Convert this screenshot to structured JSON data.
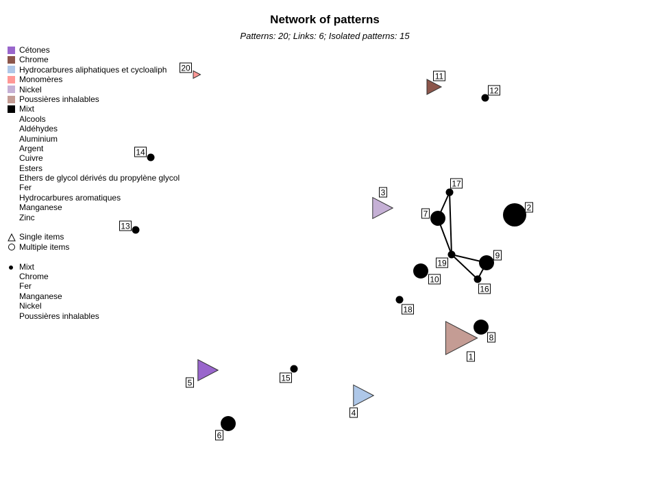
{
  "title": "Network of patterns",
  "subtitle": "Patterns: 20; Links: 6; Isolated patterns: 15",
  "legend": {
    "categories": [
      {
        "label": "Cétones",
        "color": "#9966cc"
      },
      {
        "label": "Chrome",
        "color": "#8c564b"
      },
      {
        "label": "Hydrocarbures aliphatiques et cycloaliph",
        "color": "#aec7e8"
      },
      {
        "label": "Monomères",
        "color": "#ff9896"
      },
      {
        "label": "Nickel",
        "color": "#c5b0d5"
      },
      {
        "label": "Poussières inhalables",
        "color": "#c49c94"
      },
      {
        "label": "Mixt",
        "color": "#000000"
      },
      {
        "label": "Alcools",
        "color": ""
      },
      {
        "label": "Aldéhydes",
        "color": ""
      },
      {
        "label": "Aluminium",
        "color": ""
      },
      {
        "label": "Argent",
        "color": ""
      },
      {
        "label": "Cuivre",
        "color": ""
      },
      {
        "label": "Esters",
        "color": ""
      },
      {
        "label": "Ethers de glycol dérivés du propylène glycol",
        "color": ""
      },
      {
        "label": "Fer",
        "color": ""
      },
      {
        "label": "Hydrocarbures aromatiques",
        "color": ""
      },
      {
        "label": "Manganese",
        "color": ""
      },
      {
        "label": "Zinc",
        "color": ""
      }
    ],
    "shapes": [
      {
        "label": "Single items",
        "shape": "triangle"
      },
      {
        "label": "Multiple items",
        "shape": "circle"
      }
    ],
    "mixt_header": "Mixt",
    "mixt_items": [
      "Chrome",
      "Fer",
      "Manganese",
      "Nickel",
      "Poussières inhalables"
    ]
  },
  "nodes": [
    {
      "id": "1",
      "type": "triangle",
      "color": "#c49c94"
    },
    {
      "id": "2",
      "type": "circle",
      "color": "#000000"
    },
    {
      "id": "3",
      "type": "triangle",
      "color": "#c5b0d5"
    },
    {
      "id": "4",
      "type": "triangle",
      "color": "#aec7e8"
    },
    {
      "id": "5",
      "type": "triangle",
      "color": "#9966cc"
    },
    {
      "id": "6",
      "type": "circle",
      "color": "#000000"
    },
    {
      "id": "7",
      "type": "circle",
      "color": "#000000"
    },
    {
      "id": "8",
      "type": "circle",
      "color": "#000000"
    },
    {
      "id": "9",
      "type": "circle",
      "color": "#000000"
    },
    {
      "id": "10",
      "type": "circle",
      "color": "#000000"
    },
    {
      "id": "11",
      "type": "triangle",
      "color": "#8c564b"
    },
    {
      "id": "12",
      "type": "circle",
      "color": "#000000"
    },
    {
      "id": "13",
      "type": "circle",
      "color": "#000000"
    },
    {
      "id": "14",
      "type": "circle",
      "color": "#000000"
    },
    {
      "id": "15",
      "type": "circle",
      "color": "#000000"
    },
    {
      "id": "16",
      "type": "circle",
      "color": "#000000"
    },
    {
      "id": "17",
      "type": "circle",
      "color": "#000000"
    },
    {
      "id": "18",
      "type": "circle",
      "color": "#000000"
    },
    {
      "id": "19",
      "type": "circle",
      "color": "#000000"
    },
    {
      "id": "20",
      "type": "triangle",
      "color": "#ff9896"
    }
  ],
  "links": [
    [
      "17",
      "7"
    ],
    [
      "17",
      "19"
    ],
    [
      "7",
      "19"
    ],
    [
      "19",
      "9"
    ],
    [
      "19",
      "16"
    ],
    [
      "16",
      "9"
    ]
  ]
}
